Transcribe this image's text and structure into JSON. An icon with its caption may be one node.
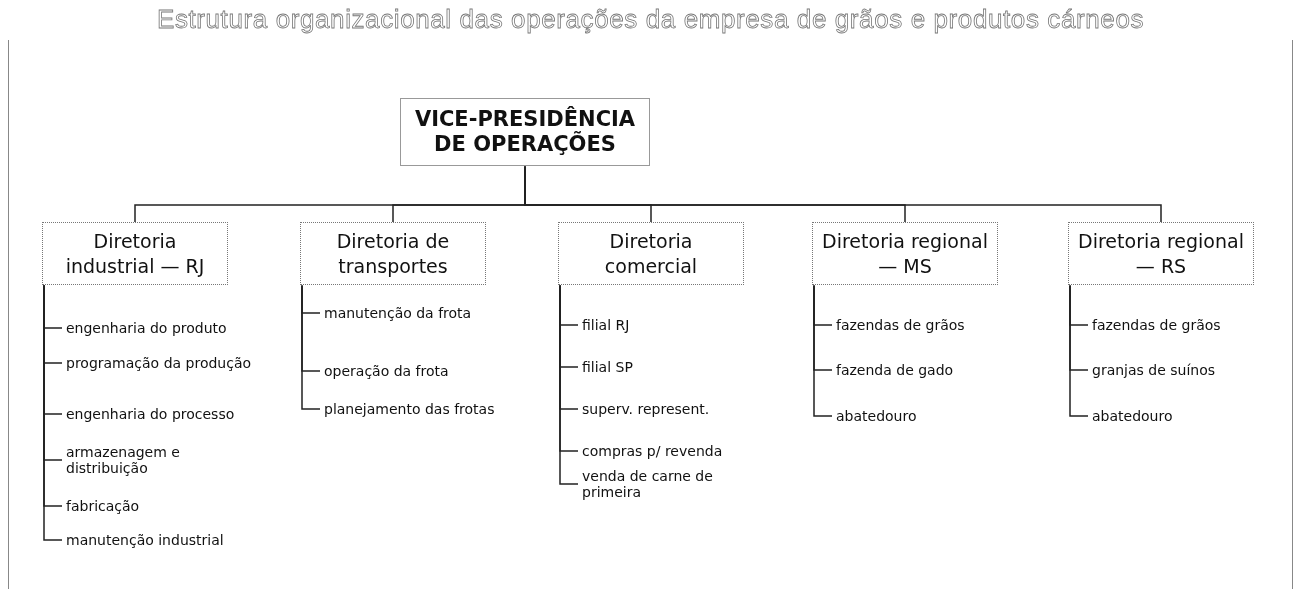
{
  "diagram": {
    "title": "Estrutura organizacional das operações da empresa de grãos e produtos cárneos",
    "nodes": [
      {
        "text": [
          "VICE-PRESIDÊNCIA DE OPERAÇÕES"
        ]
      },
      {
        "text": [
          "Diretoria industrial — RJ"
        ]
      },
      {
        "text": [
          "engenharia do produto"
        ]
      },
      {
        "text": [
          "programação da produção"
        ]
      },
      {
        "text": [
          "engenharia do processo"
        ]
      },
      {
        "text": [
          "armazenagem e distribuição"
        ]
      },
      {
        "text": [
          "fabricação"
        ]
      },
      {
        "text": [
          "manutenção industrial"
        ]
      },
      {
        "text": [
          "Diretoria de transportes"
        ]
      },
      {
        "text": [
          "manutenção da frota"
        ]
      },
      {
        "text": [
          "operação da frota"
        ]
      },
      {
        "text": [
          "planejamento das frotas"
        ]
      },
      {
        "text": [
          "Diretoria comercial"
        ]
      },
      {
        "text": [
          "filial RJ"
        ]
      },
      {
        "text": [
          "filial SP"
        ]
      },
      {
        "text": [
          "superv. represent."
        ]
      },
      {
        "text": [
          "compras p/ revenda"
        ]
      },
      {
        "text": [
          "venda de carne de primeira"
        ]
      },
      {
        "text": [
          "Diretoria regional — MS"
        ]
      },
      {
        "text": [
          "fazendas de grãos"
        ]
      },
      {
        "text": [
          "fazenda de gado"
        ]
      },
      {
        "text": [
          "abatedouro"
        ]
      },
      {
        "text": [
          "Diretoria regional — RS"
        ]
      },
      {
        "text": [
          "fazendas de grãos"
        ]
      },
      {
        "text": [
          "granjas de suínos"
        ]
      },
      {
        "text": [
          "abatedouro"
        ]
      }
    ],
    "edges": [
      {
        "from": 0,
        "to": 1,
        "arrow": "none"
      },
      {
        "from": 0,
        "to": 8,
        "arrow": "none"
      },
      {
        "from": 0,
        "to": 12,
        "arrow": "none"
      },
      {
        "from": 0,
        "to": 18,
        "arrow": "none"
      },
      {
        "from": 0,
        "to": 22,
        "arrow": "none"
      },
      {
        "from": 1,
        "to": 2,
        "arrow": "none"
      },
      {
        "from": 1,
        "to": 3,
        "arrow": "none"
      },
      {
        "from": 1,
        "to": 4,
        "arrow": "none"
      },
      {
        "from": 1,
        "to": 5,
        "arrow": "none"
      },
      {
        "from": 1,
        "to": 6,
        "arrow": "none"
      },
      {
        "from": 1,
        "to": 7,
        "arrow": "none"
      },
      {
        "from": 8,
        "to": 9,
        "arrow": "none"
      },
      {
        "from": 8,
        "to": 10,
        "arrow": "none"
      },
      {
        "from": 8,
        "to": 11,
        "arrow": "none"
      },
      {
        "from": 12,
        "to": 13,
        "arrow": "none"
      },
      {
        "from": 12,
        "to": 14,
        "arrow": "none"
      },
      {
        "from": 12,
        "to": 15,
        "arrow": "none"
      },
      {
        "from": 12,
        "to": 16,
        "arrow": "none"
      },
      {
        "from": 12,
        "to": 17,
        "arrow": "none"
      },
      {
        "from": 18,
        "to": 19,
        "arrow": "none"
      },
      {
        "from": 18,
        "to": 20,
        "arrow": "none"
      },
      {
        "from": 18,
        "to": 21,
        "arrow": "none"
      },
      {
        "from": 22,
        "to": 23,
        "arrow": "none"
      },
      {
        "from": 22,
        "to": 24,
        "arrow": "none"
      },
      {
        "from": 22,
        "to": 25,
        "arrow": "none"
      }
    ]
  }
}
